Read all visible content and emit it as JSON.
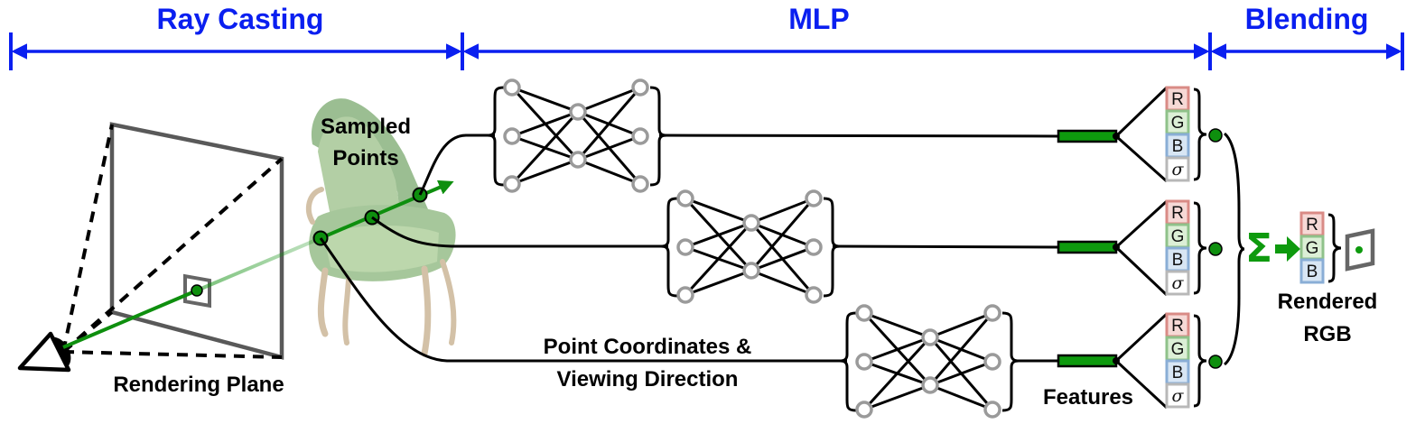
{
  "colors": {
    "stage_blue": "#0a1ff0",
    "ray_green": "#0e8f0e",
    "frame_gray": "#555555",
    "node_gray": "#9a9a9a",
    "r_border": "#d98b86",
    "r_fill": "#f6d9d6",
    "g_border": "#8fc28a",
    "g_fill": "#dcefd6",
    "b_border": "#8aaed6",
    "b_fill": "#d8e6f4",
    "sigma_border": "#b8b8b8",
    "sigma_fill": "#ffffff"
  },
  "stages": [
    {
      "label": "Ray Casting"
    },
    {
      "label": "MLP"
    },
    {
      "label": "Blending"
    }
  ],
  "labels": {
    "sampled_points": [
      "Sampled",
      "Points"
    ],
    "rendering_plane": "Rendering Plane",
    "point_coords": [
      "Point Coordinates &",
      "Viewing Direction"
    ],
    "features": "Features",
    "rendered_rgb": [
      "Rendered",
      "RGB"
    ]
  },
  "channels": {
    "r": "R",
    "g": "G",
    "b": "B",
    "sigma": "σ"
  },
  "summation_symbol": "Σ",
  "icons": {
    "eye": "eye-icon",
    "chair": "chair-image",
    "pixel": "pixel-icon"
  }
}
